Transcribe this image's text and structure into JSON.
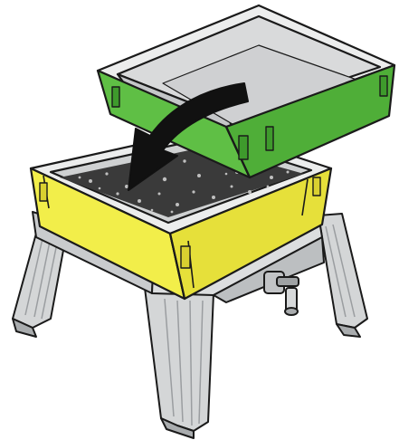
{
  "illustration": {
    "subject": "composting-bin-tray-transfer",
    "parts": {
      "upper_tray": "green-tray",
      "lower_tray": "yellow-tray",
      "contents": "compost-material",
      "stand": "gray-stand",
      "outlet": "drain-tap",
      "motion": "curved-arrow"
    }
  },
  "colors": {
    "outline": "#1a1a1a",
    "green_tray": "#5fbf45",
    "green_tray_dark": "#3e9a2c",
    "yellow_tray": "#f2ee4a",
    "yellow_tray_dark": "#d9d030",
    "tray_inner": "#d9dadb",
    "tray_rim": "#eceded",
    "stand": "#d4d6d7",
    "stand_shade": "#a9acae",
    "compost": "#3a3a3a",
    "compost_speck": "#bfbfbf",
    "arrow": "#111111",
    "background": "#ffffff"
  }
}
